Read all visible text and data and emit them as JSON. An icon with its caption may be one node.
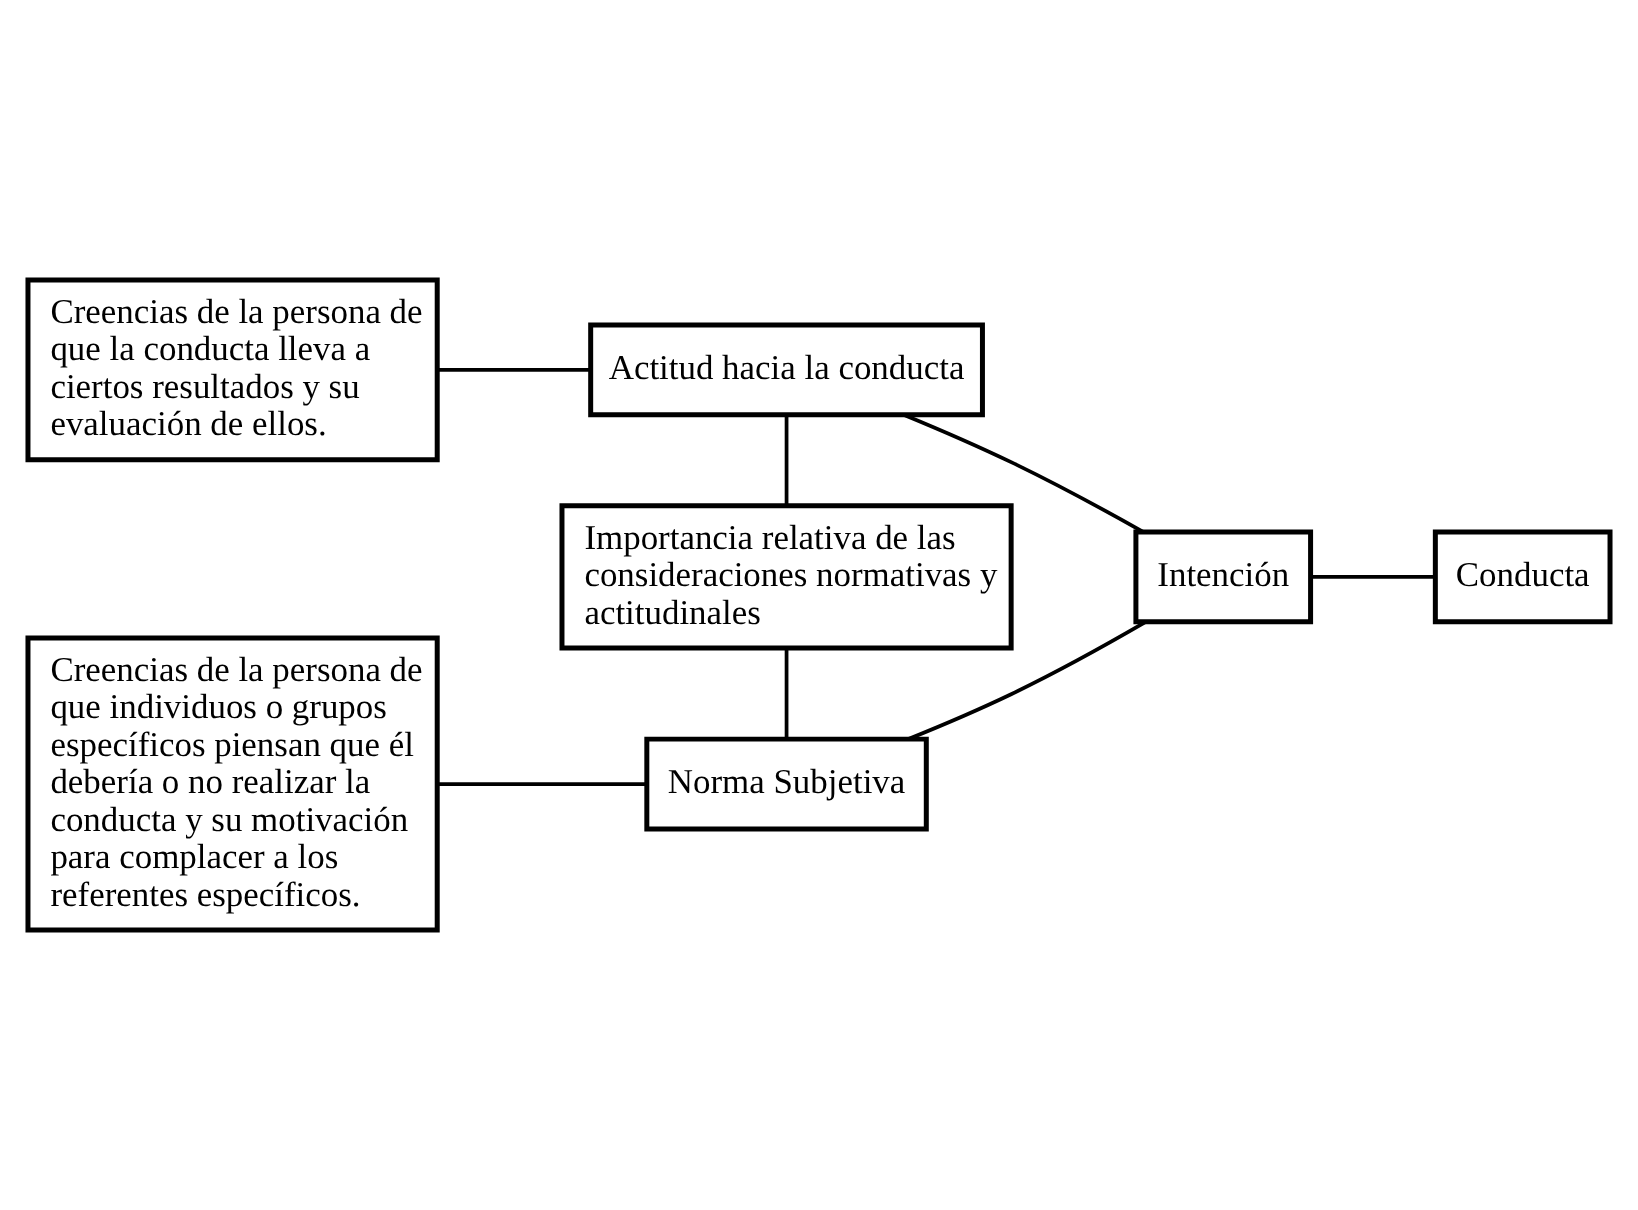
{
  "diagram": {
    "nodes": [
      {
        "text": [
          "Creencias de la persona de que la conducta lleva a ciertos resultados y su evaluación de ellos."
        ]
      },
      {
        "text": [
          "Actitud hacia la conducta"
        ]
      },
      {
        "text": [
          "Importancia relativa de las consideraciones normativas y actitudinales"
        ]
      },
      {
        "text": [
          "Intención"
        ]
      },
      {
        "text": [
          "Conducta"
        ]
      },
      {
        "text": [
          "Creencias de la persona de que individuos o grupos específicos piensan que él debería o no realizar la conducta y su motivación para complacer a los referentes específicos."
        ]
      },
      {
        "text": [
          "Norma Subjetiva"
        ]
      }
    ],
    "edges": [
      {
        "from": 0,
        "to": 1,
        "arrow": "none"
      },
      {
        "from": 1,
        "to": 2,
        "arrow": "none"
      },
      {
        "from": 1,
        "to": 3,
        "arrow": "none"
      },
      {
        "from": 3,
        "to": 4,
        "arrow": "none"
      },
      {
        "from": 2,
        "to": 6,
        "arrow": "none"
      },
      {
        "from": 6,
        "to": 3,
        "arrow": "none"
      },
      {
        "from": 5,
        "to": 6,
        "arrow": "none"
      }
    ]
  }
}
